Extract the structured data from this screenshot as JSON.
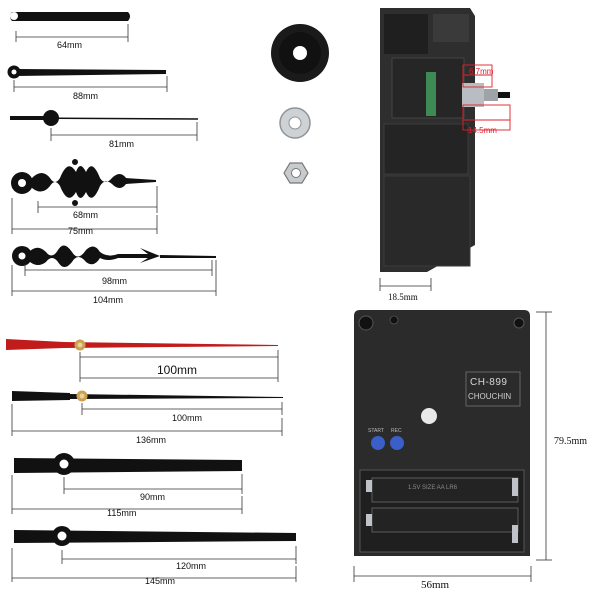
{
  "colors": {
    "hand": "#111111",
    "second_hand": "#c21b1b",
    "brass": "#c9a14f",
    "body": "#2c2c2c",
    "dim_red": "#e0202a",
    "button_blue": "#3a5fc9"
  },
  "hands": [
    {
      "id": "hand-1",
      "label": "64mm"
    },
    {
      "id": "hand-2",
      "label": "88mm"
    },
    {
      "id": "hand-3",
      "label": "81mm"
    },
    {
      "id": "hand-4",
      "labels": [
        "68mm",
        "75mm"
      ]
    },
    {
      "id": "hand-5",
      "labels": [
        "98mm",
        "104mm"
      ]
    },
    {
      "id": "hand-6",
      "label": "100mm"
    },
    {
      "id": "hand-7",
      "labels": [
        "100mm",
        "136mm"
      ]
    },
    {
      "id": "hand-8",
      "labels": [
        "90mm",
        "115mm"
      ]
    },
    {
      "id": "hand-9",
      "labels": [
        "120mm",
        "145mm"
      ]
    }
  ],
  "hardware": {
    "top_dims": {
      "shaft_top": "6.7mm",
      "shaft_bottom": "14.5mm"
    },
    "side_width": "18.5mm",
    "back_height": "79.5mm",
    "back_width": "56mm",
    "model": "CH-899",
    "brand": "CHOUCHIN",
    "button_labels": [
      "START",
      "REC"
    ],
    "battery_text": "1.5V SIZE AA LR6"
  }
}
